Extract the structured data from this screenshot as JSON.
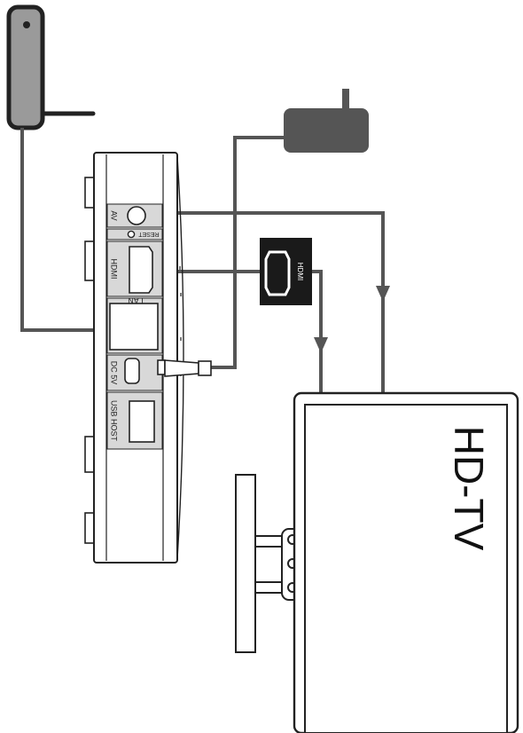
{
  "ports": {
    "av": "AV",
    "reset": "RESET",
    "hdmi": "HDMI",
    "lan": "LAN",
    "dc": "DC 5V",
    "usb": "USB HOST"
  },
  "hdmi_cable_label": "HDMI",
  "tv_label": "HD-TV",
  "colors": {
    "cable": "#555555",
    "outline": "#222222",
    "device_fill": "#9a9a9a",
    "adapter_fill": "#555555",
    "hdmi_box_fill": "#1a1a1a"
  }
}
